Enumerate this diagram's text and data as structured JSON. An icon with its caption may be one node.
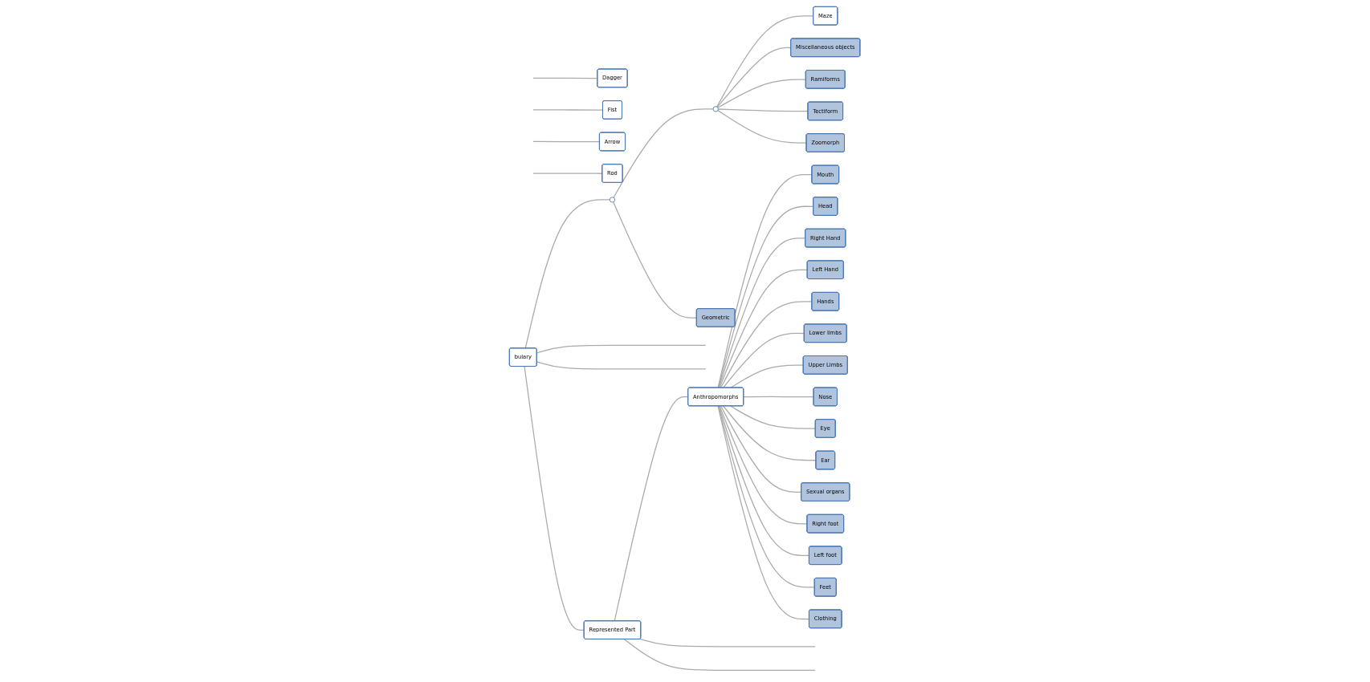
{
  "diagram": {
    "nodes": [
      {
        "text": [
          "bulary"
        ]
      },
      {
        "text": [],
        "shape": "circle"
      },
      {
        "text": [],
        "shape": "circle"
      },
      {
        "text": [
          "Geometric"
        ]
      },
      {
        "text": [
          "Maze"
        ]
      },
      {
        "text": [
          "Miscellaneous objects"
        ]
      },
      {
        "text": [
          "Ramiforms"
        ]
      },
      {
        "text": [
          "Tectiform"
        ]
      },
      {
        "text": [
          "Zoomorph"
        ]
      },
      {
        "text": [
          "Dagger"
        ]
      },
      {
        "text": [
          "Fist"
        ]
      },
      {
        "text": [
          "Arrow"
        ]
      },
      {
        "text": [
          "Rod"
        ]
      },
      {
        "text": [
          "Represented Part"
        ]
      },
      {
        "text": [
          "Anthropomorphs"
        ]
      },
      {
        "text": [
          "Mouth"
        ]
      },
      {
        "text": [
          "Head"
        ]
      },
      {
        "text": [
          "Right Hand"
        ]
      },
      {
        "text": [
          "Left Hand"
        ]
      },
      {
        "text": [
          "Hands"
        ]
      },
      {
        "text": [
          "Lower limbs"
        ]
      },
      {
        "text": [
          "Upper Limbs"
        ]
      },
      {
        "text": [
          "Nose"
        ]
      },
      {
        "text": [
          "Eye"
        ]
      },
      {
        "text": [
          "Ear"
        ]
      },
      {
        "text": [
          "Sexual organs"
        ]
      },
      {
        "text": [
          "Right foot"
        ]
      },
      {
        "text": [
          "Left foot"
        ]
      },
      {
        "text": [
          "Feet"
        ]
      },
      {
        "text": [
          "Clothing"
        ]
      }
    ],
    "edges": [
      {
        "from": 0,
        "to": 1,
        "arrow": "none"
      },
      {
        "from": 0,
        "to": null,
        "arrow": "none"
      },
      {
        "from": 0,
        "to": null,
        "arrow": "none"
      },
      {
        "from": 0,
        "to": 13,
        "arrow": "none"
      },
      {
        "from": 1,
        "to": 2,
        "arrow": "none"
      },
      {
        "from": 1,
        "to": 3,
        "arrow": "none"
      },
      {
        "from": 2,
        "to": 4,
        "arrow": "none"
      },
      {
        "from": 2,
        "to": 5,
        "arrow": "none"
      },
      {
        "from": 2,
        "to": 6,
        "arrow": "none"
      },
      {
        "from": 2,
        "to": 7,
        "arrow": "none"
      },
      {
        "from": 2,
        "to": 8,
        "arrow": "none"
      },
      {
        "from": null,
        "to": 9,
        "arrow": "none"
      },
      {
        "from": null,
        "to": 10,
        "arrow": "none"
      },
      {
        "from": null,
        "to": 11,
        "arrow": "none"
      },
      {
        "from": null,
        "to": 12,
        "arrow": "none"
      },
      {
        "from": 13,
        "to": 14,
        "arrow": "none"
      },
      {
        "from": 13,
        "to": null,
        "arrow": "none"
      },
      {
        "from": 13,
        "to": null,
        "arrow": "none"
      },
      {
        "from": 14,
        "to": 15,
        "arrow": "none"
      },
      {
        "from": 14,
        "to": 16,
        "arrow": "none"
      },
      {
        "from": 14,
        "to": 17,
        "arrow": "none"
      },
      {
        "from": 14,
        "to": 18,
        "arrow": "none"
      },
      {
        "from": 14,
        "to": 19,
        "arrow": "none"
      },
      {
        "from": 14,
        "to": 20,
        "arrow": "none"
      },
      {
        "from": 14,
        "to": 21,
        "arrow": "none"
      },
      {
        "from": 14,
        "to": 22,
        "arrow": "none"
      },
      {
        "from": 14,
        "to": 23,
        "arrow": "none"
      },
      {
        "from": 14,
        "to": 24,
        "arrow": "none"
      },
      {
        "from": 14,
        "to": 25,
        "arrow": "none"
      },
      {
        "from": 14,
        "to": 26,
        "arrow": "none"
      },
      {
        "from": 14,
        "to": 27,
        "arrow": "none"
      },
      {
        "from": 14,
        "to": 28,
        "arrow": "none"
      },
      {
        "from": 14,
        "to": 29,
        "arrow": "none"
      }
    ]
  }
}
